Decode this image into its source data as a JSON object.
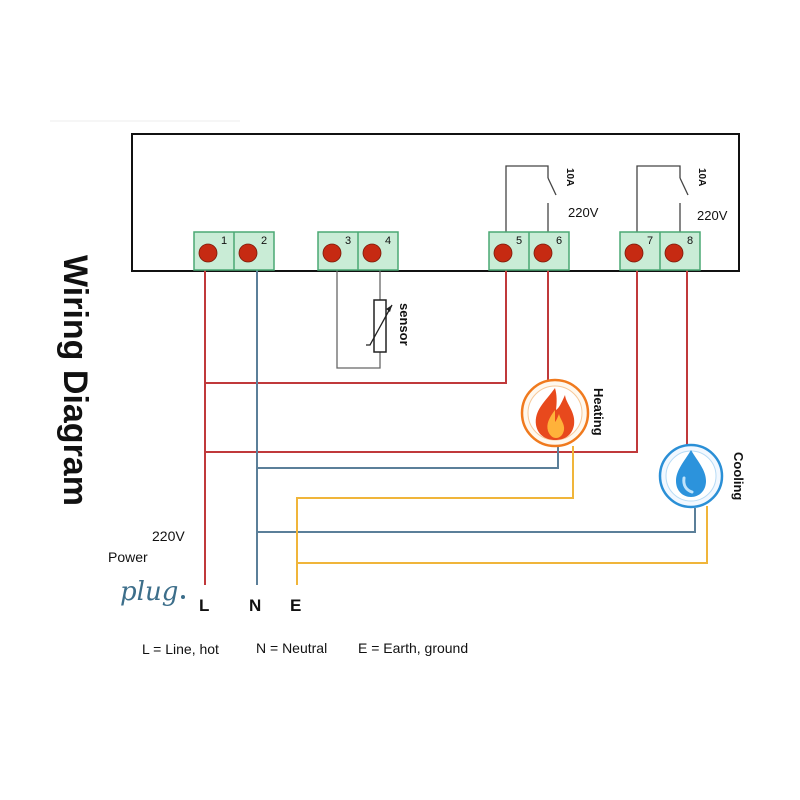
{
  "title": "Wiring Diagram",
  "terminals": [
    "1",
    "2",
    "3",
    "4",
    "5",
    "6",
    "7",
    "8"
  ],
  "relays": [
    {
      "rating": "10A",
      "voltage": "220V"
    },
    {
      "rating": "10A",
      "voltage": "220V"
    }
  ],
  "sensor_label": "sensor",
  "heating_label": "Heating",
  "cooling_label": "Cooling",
  "power": {
    "voltage": "220V",
    "label": "Power",
    "plug_text": "plug",
    "line_letter": "L",
    "neutral_letter": "N",
    "earth_letter": "E"
  },
  "legend": [
    "L = Line, hot",
    "N = Neutral",
    "E = Earth, ground"
  ],
  "colors": {
    "line": "#c0393b",
    "neutral": "#5b7f99",
    "earth": "#f0b53a",
    "terminal_bg": "#c9ecd6",
    "terminal_dot": "#c62a12",
    "heating": "#f07a1e",
    "cooling": "#2a8fd6"
  }
}
